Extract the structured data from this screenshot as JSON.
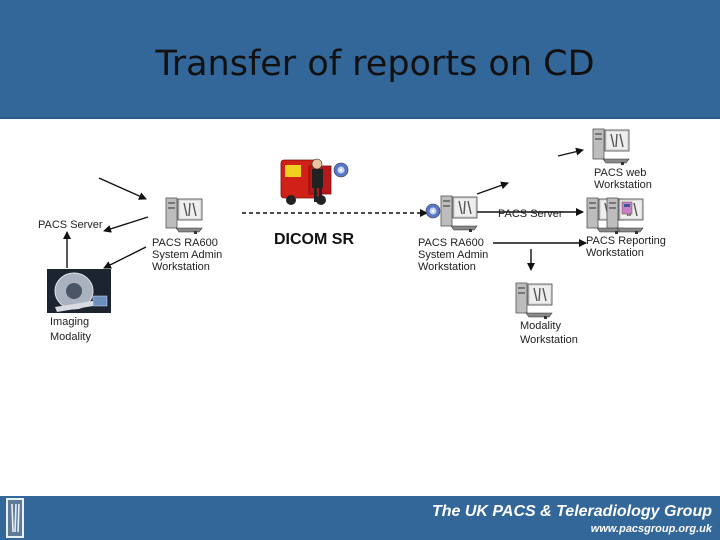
{
  "header": {
    "title": "Transfer of reports on CD"
  },
  "diagram": {
    "pacs_server_left": "PACS Server",
    "imaging_modality": {
      "line1": "Imaging",
      "line2": "Modality"
    },
    "admin_workstation_left": {
      "line1": "PACS RA600",
      "line2": "System Admin",
      "line3": "Workstation"
    },
    "dicom_sr": "DICOM SR",
    "admin_workstation_right": {
      "line1": "PACS RA600",
      "line2": "System Admin",
      "line3": "Workstation"
    },
    "pacs_server_right": "PACS Server",
    "pacs_web_workstation": {
      "line1": "PACS web",
      "line2": "Workstation"
    },
    "pacs_reporting_workstation": {
      "line1": "PACS Reporting",
      "line2": "Workstation"
    },
    "modality_workstation": {
      "line1": "Modality",
      "line2": "Workstation"
    }
  },
  "footer": {
    "organization": "The UK PACS & Teleradiology Group",
    "url": "www.pacsgroup.org.uk"
  },
  "colors": {
    "header_band": "#336699",
    "footer_band": "#336699"
  }
}
